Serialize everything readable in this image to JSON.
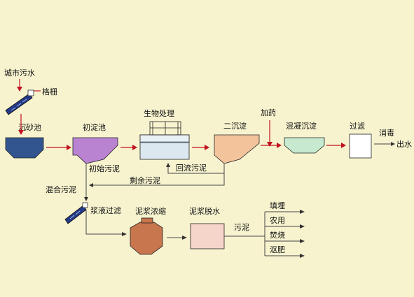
{
  "diagram": {
    "labels": {
      "sewage": "城市污水",
      "screen": "格栅",
      "grit": "沉砂池",
      "primary": "初淀池",
      "bio": "生物处理",
      "secondary": "二沉淀",
      "dosing": "加药",
      "coag": "混凝沉淀",
      "filter": "过滤",
      "disinfect": "消毒",
      "outlet": "出水",
      "primary_sludge": "初始污泥",
      "return_sludge": "回流污泥",
      "excess_sludge": "剩余污泥",
      "mixed_sludge": "混合污泥",
      "slurry_filter": "浆液过滤",
      "thicken": "泥浆浓缩",
      "dewater": "泥浆脱水",
      "sludge": "污泥",
      "landfill": "填埋",
      "agri": "农用",
      "incinerate": "焚烧",
      "compost": "沤肥"
    },
    "colors": {
      "background": "#f7f3cf",
      "flow_arrow": "#c1121f",
      "grit_tank": "#33558f",
      "primary_tank": "#b983d2",
      "bio_tank": "#dce8ef",
      "secondary_tank": "#f3c49c",
      "coag_tank": "#c7e9cf",
      "filter_box": "#ffffff",
      "thickener": "#c8764e",
      "dewater_box": "#f5d4c9",
      "pump_body": "#243a88"
    }
  }
}
